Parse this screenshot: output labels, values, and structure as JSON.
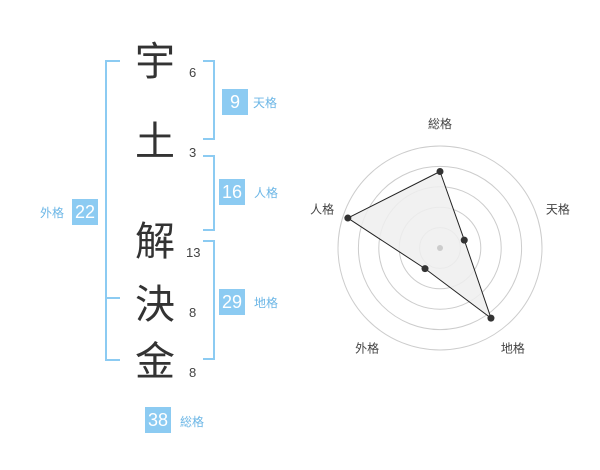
{
  "name_characters": [
    {
      "char": "宇",
      "strokes": "6"
    },
    {
      "char": "土",
      "strokes": "3"
    },
    {
      "char": "解",
      "strokes": "13"
    },
    {
      "char": "決",
      "strokes": "8"
    },
    {
      "char": "金",
      "strokes": "8"
    }
  ],
  "kakusu": {
    "tenkaku": {
      "value": "9",
      "label": "天格"
    },
    "jinkaku": {
      "value": "16",
      "label": "人格"
    },
    "chikaku": {
      "value": "29",
      "label": "地格"
    },
    "gaikaku": {
      "value": "22",
      "label": "外格"
    },
    "soukaku": {
      "value": "38",
      "label": "総格"
    }
  },
  "chart_data": {
    "type": "radar",
    "axes": [
      "総格",
      "天格",
      "地格",
      "外格",
      "人格"
    ],
    "values": [
      0.75,
      0.25,
      0.85,
      0.25,
      0.95
    ],
    "rmax": 1,
    "rings": 5,
    "fill_color": "#eeeeee",
    "line_color": "#222222",
    "ring_color": "#cccccc"
  },
  "colors": {
    "accent": "#8ccbf2",
    "label_text": "#6bb6e6",
    "char_text": "#333333"
  }
}
